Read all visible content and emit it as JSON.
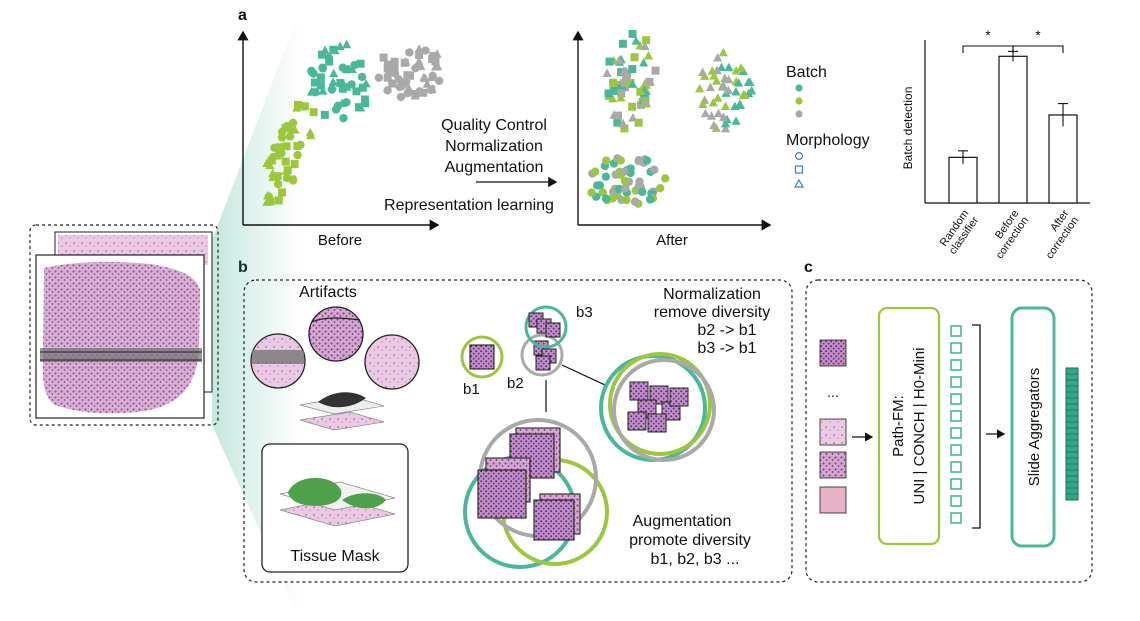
{
  "panels": {
    "a": "a",
    "b": "b",
    "c": "c"
  },
  "panel_a": {
    "before_label": "Before",
    "after_label": "After",
    "pipeline_steps": [
      "Quality Control",
      "Normalization",
      "Augmentation"
    ],
    "representation_label": "Representation learning",
    "legend": {
      "batch_title": "Batch",
      "morphology_title": "Morphology",
      "batch_colors": [
        "#48b89b",
        "#9bc73c",
        "#a9a9a9"
      ],
      "morphology_shapes": [
        "circle",
        "square",
        "triangle"
      ]
    }
  },
  "chart_data": {
    "type": "bar",
    "categories": [
      "Random classifier",
      "Before correction",
      "After correction"
    ],
    "category_lines": [
      [
        "Random",
        "classifier"
      ],
      [
        "Before",
        "correction"
      ],
      [
        "After",
        "correction"
      ]
    ],
    "values": [
      0.28,
      0.9,
      0.54
    ],
    "errors": [
      0.04,
      0.03,
      0.07
    ],
    "ylabel": "Batch detection",
    "ylim": [
      0,
      1
    ],
    "significance": [
      {
        "from": 0,
        "to": 1,
        "label": "*"
      },
      {
        "from": 1,
        "to": 2,
        "label": "*"
      }
    ]
  },
  "panel_b": {
    "artifacts_label": "Artifacts",
    "tissue_mask_label": "Tissue Mask",
    "batch_labels": [
      "b1",
      "b2",
      "b3"
    ],
    "normalization_lines": [
      "Normalization",
      "remove diversity",
      "b2 -> b1",
      "b3 -> b1"
    ],
    "augmentation_lines": [
      "Augmentation",
      "promote diversity",
      "b1, b2, b3 ..."
    ]
  },
  "panel_c": {
    "ellipsis": "...",
    "foundation_model_lines": [
      "Path-FM:",
      "UNI | CONCH | H0-Mini"
    ],
    "aggregator_label": "Slide Aggregators"
  }
}
